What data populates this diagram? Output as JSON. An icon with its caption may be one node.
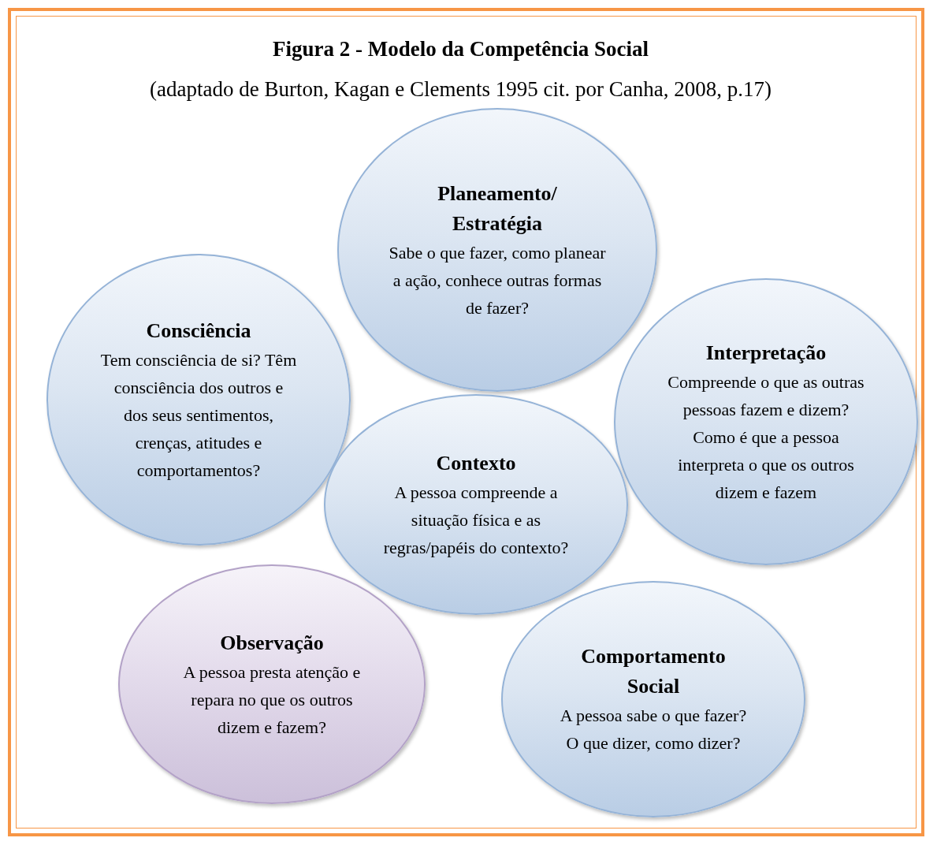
{
  "diagram": {
    "title": "Figura 2 - Modelo da Competência Social",
    "nodes": [
      {
        "text": [
          "Planeamento/ Estratégia",
          "Sabe o que fazer, como planear a ação, conhece outras formas de fazer?"
        ]
      },
      {
        "text": [
          "Consciência",
          "Tem consciência de si? Têm consciência dos outros e dos seus sentimentos, crenças, atitudes e comportamentos?"
        ]
      },
      {
        "text": [
          "Interpretação",
          "Compreende o que as outras pessoas fazem e dizem?",
          "Como é que a pessoa interpreta o que os outros dizem e fazem"
        ]
      },
      {
        "text": [
          "Contexto",
          "A pessoa compreende a situação física e as regras/papéis do contexto?"
        ]
      },
      {
        "text": [
          "Observação",
          "A pessoa presta atenção e repara no que os outros dizem e fazem?"
        ]
      },
      {
        "text": [
          "Comportamento Social",
          "A pessoa sabe o que fazer? O que dizer, como dizer?"
        ]
      }
    ],
    "edges": [],
    "labels": [
      "(adaptado de Burton, Kagan e Clements 1995 cit. por Canha, 2008, p.17)"
    ]
  }
}
